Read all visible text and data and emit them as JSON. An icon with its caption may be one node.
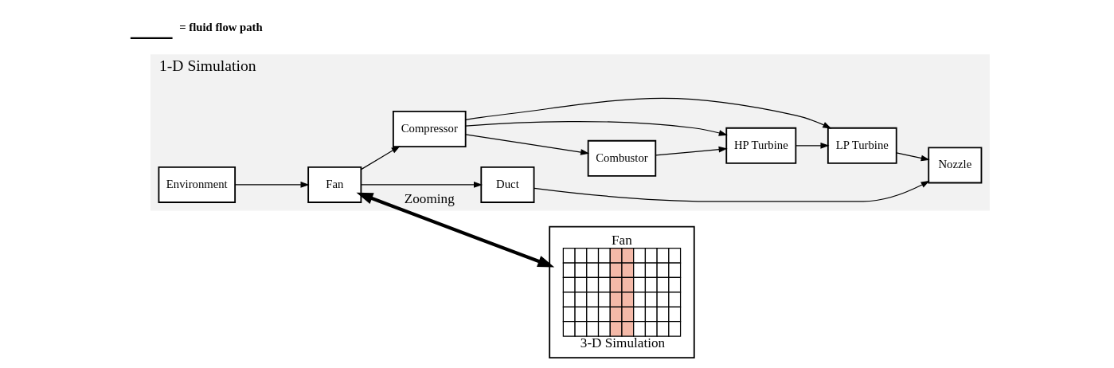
{
  "diagram": {
    "nodes": [
      {
        "text": [
          "1-D Simulation"
        ]
      },
      {
        "text": [
          "Environment"
        ],
        "in": 0
      },
      {
        "text": [
          "Fan"
        ],
        "in": 0
      },
      {
        "text": [
          "Duct"
        ],
        "in": 0
      },
      {
        "text": [
          "Compressor"
        ],
        "in": 0
      },
      {
        "text": [
          "Combustor"
        ],
        "in": 0
      },
      {
        "text": [
          "HP Turbine"
        ],
        "in": 0
      },
      {
        "text": [
          "LP Turbine"
        ],
        "in": 0
      },
      {
        "text": [
          "Nozzle"
        ],
        "in": 0
      },
      {
        "text": [
          "Fan",
          "3-D Simulation"
        ]
      }
    ],
    "edges": [
      {
        "from": 1,
        "to": 2,
        "arrow": "to"
      },
      {
        "from": 2,
        "to": 3,
        "arrow": "to"
      },
      {
        "from": 2,
        "to": 4,
        "arrow": "to"
      },
      {
        "from": 4,
        "to": 5,
        "arrow": "to"
      },
      {
        "from": 4,
        "to": 6,
        "arrow": "to"
      },
      {
        "from": 4,
        "to": 7,
        "arrow": "to"
      },
      {
        "from": 5,
        "to": 6,
        "arrow": "to"
      },
      {
        "from": 6,
        "to": 7,
        "arrow": "to"
      },
      {
        "from": 7,
        "to": 8,
        "arrow": "to"
      },
      {
        "from": 3,
        "to": 8,
        "arrow": "to"
      },
      {
        "from": 2,
        "to": 9,
        "arrow": "both",
        "label": "Zooming",
        "style": "thick"
      }
    ],
    "legend": [
      {
        "text": "= fluid flow path"
      }
    ]
  }
}
